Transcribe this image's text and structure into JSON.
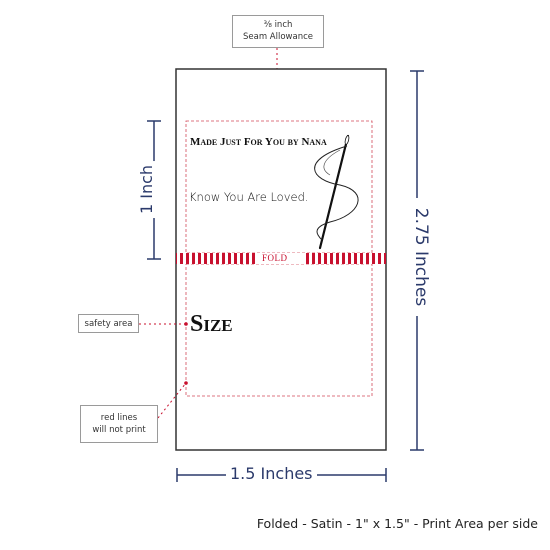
{
  "seam_allowance": {
    "line1": "⅜ inch",
    "line2": "Seam Allowance"
  },
  "label": {
    "line1": "Made Just For You by Nana",
    "line2": "Know You Are Loved.",
    "fold_text": "FOLD",
    "size_text": "Size"
  },
  "callouts": {
    "safety_area": "safety area",
    "red_lines_1": "red lines",
    "red_lines_2": "will not print"
  },
  "dimensions": {
    "height_total": "2.75 Inches",
    "height_half": "1 Inch",
    "width": "1.5 Inches"
  },
  "footer": "Folded - Satin - 1\" x 1.5\" - Print Area per side",
  "colors": {
    "navy": "#2b3a6b",
    "red": "#c8102e",
    "border": "#333333"
  },
  "icons": [
    "needle-icon"
  ]
}
